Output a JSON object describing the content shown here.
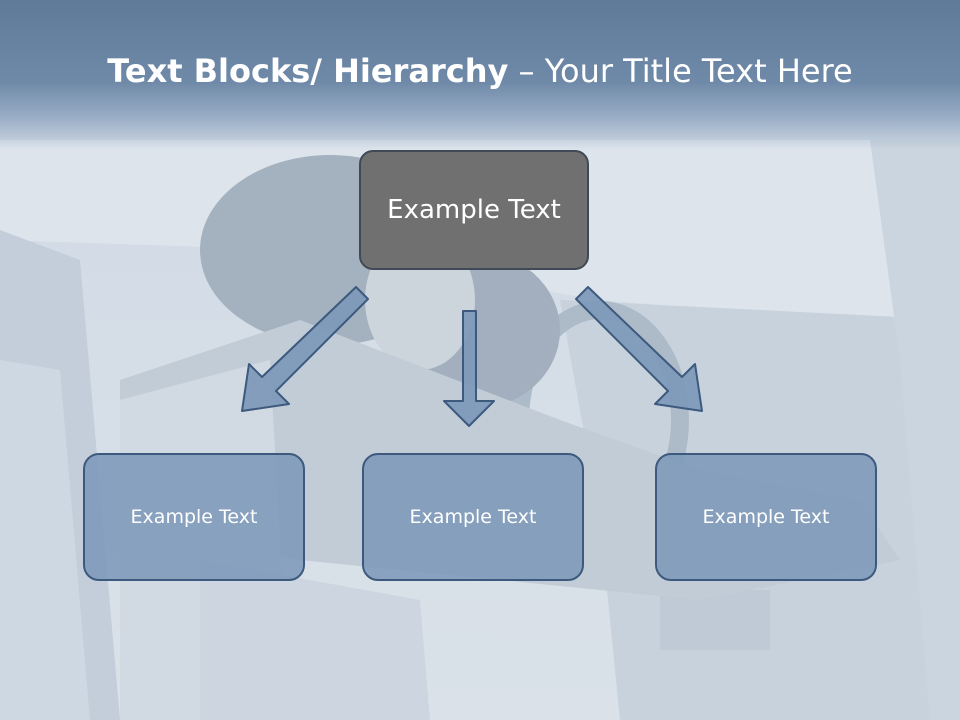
{
  "title": {
    "bold_part": "Text Blocks/ Hierarchy",
    "separator": " – ",
    "rest_part": "Your Title Text Here"
  },
  "diagram": {
    "root": {
      "label": "Example Text"
    },
    "children": [
      {
        "label": "Example Text"
      },
      {
        "label": "Example Text"
      },
      {
        "label": "Example Text"
      }
    ]
  },
  "colors": {
    "title_band": "#6580a0",
    "root_fill": "#707070",
    "child_fill": "#7d98b9",
    "child_border": "#3d5a7e",
    "arrow_fill": "#7d98b9"
  }
}
